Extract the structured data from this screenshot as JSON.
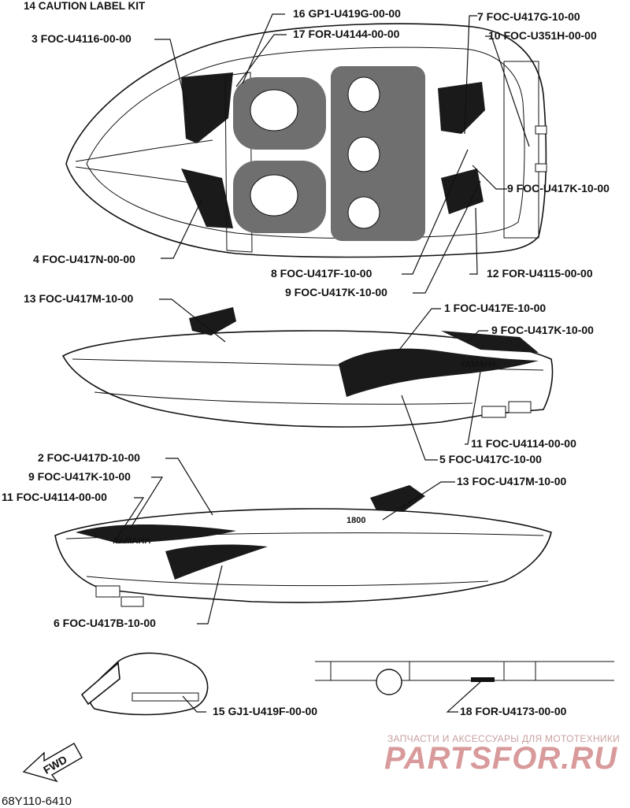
{
  "diagram": {
    "kit_title": "14 CAUTION LABEL KIT",
    "drawing_code": "68Y110-6410",
    "fwd_label": "FWD",
    "brand_text": "YAMAHA",
    "model_text": "1800",
    "callouts": {
      "c3": "3 FOC-U4116-00-00",
      "c16": "16 GP1-U419G-00-00",
      "c17": "17 FOR-U4144-00-00",
      "c7": "7 FOC-U417G-10-00",
      "c10": "10 FOC-U351H-00-00",
      "c9_top": "9 FOC-U417K-10-00",
      "c4": "4 FOC-U417N-00-00",
      "c8": "8 FOC-U417F-10-00",
      "c12": "12 FOR-U4115-00-00",
      "c9_mid": "9 FOC-U417K-10-00",
      "c13_side1": "13 FOC-U417M-10-00",
      "c1": "1 FOC-U417E-10-00",
      "c9_side1": "9 FOC-U417K-10-00",
      "c11_side1": "11 FOC-U4114-00-00",
      "c5": "5 FOC-U417C-10-00",
      "c2": "2 FOC-U417D-10-00",
      "c9_side2": "9 FOC-U417K-10-00",
      "c11_side2": "11 FOC-U4114-00-00",
      "c13_side2": "13 FOC-U417M-10-00",
      "c6": "6 FOC-U417B-10-00",
      "c15": "15 GJ1-U419F-00-00",
      "c18": "18 FOR-U4173-00-00"
    },
    "watermark": {
      "line": "ЗАПЧАСТИ И АКСЕССУАРЫ ДЛЯ МОТОТЕХНИКИ",
      "logo": "PARTSFOR.RU"
    }
  }
}
